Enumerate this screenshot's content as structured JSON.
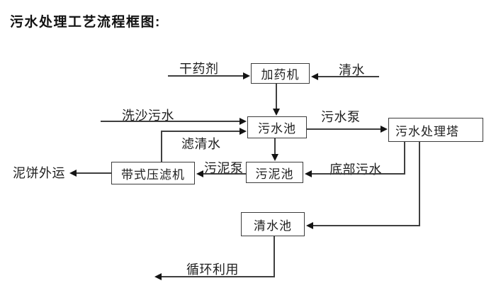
{
  "page": {
    "title": "污水处理工艺流程框图:"
  },
  "diagram": {
    "boxes": [
      {
        "id": "dosing-machine",
        "label": "加药机"
      },
      {
        "id": "sewage-pool",
        "label": "污水池"
      },
      {
        "id": "treatment-tower",
        "label": "污水处理塔"
      },
      {
        "id": "sludge-pool",
        "label": "污泥池"
      },
      {
        "id": "belt-filter-press",
        "label": "带式压滤机"
      },
      {
        "id": "clear-water-pool",
        "label": "清水池"
      }
    ],
    "flow_labels": [
      {
        "id": "dry-chemical",
        "label": "干药剂"
      },
      {
        "id": "clean-water-in",
        "label": "清水"
      },
      {
        "id": "sand-washing-sewage",
        "label": "洗沙污水"
      },
      {
        "id": "sewage-pump",
        "label": "污水泵"
      },
      {
        "id": "filtered-water",
        "label": "滤清水"
      },
      {
        "id": "sludge-pump",
        "label": "污泥泵"
      },
      {
        "id": "mud-cake-out",
        "label": "泥饼外运"
      },
      {
        "id": "bottom-sewage",
        "label": "底部污水"
      },
      {
        "id": "recycle-use",
        "label": "循环利用"
      }
    ],
    "connections": [
      {
        "from": "干药剂",
        "to": "加药机"
      },
      {
        "from": "清水",
        "to": "加药机"
      },
      {
        "from": "加药机",
        "to": "污水池"
      },
      {
        "from": "洗沙污水",
        "to": "污水池"
      },
      {
        "from": "带式压滤机",
        "to": "污水池",
        "via": "滤清水"
      },
      {
        "from": "污水池",
        "to": "污水处理塔",
        "via": "污水泵"
      },
      {
        "from": "污水池",
        "to": "污泥池"
      },
      {
        "from": "污水处理塔",
        "to": "污泥池",
        "via": "底部污水"
      },
      {
        "from": "污泥池",
        "to": "带式压滤机",
        "via": "污泥泵"
      },
      {
        "from": "带式压滤机",
        "to": "泥饼外运"
      },
      {
        "from": "污水处理塔",
        "to": "清水池"
      },
      {
        "from": "清水池",
        "to": "循环利用"
      }
    ],
    "colors": {
      "line": "#3f3f3f",
      "arrowhead": "#141414",
      "text": "#1f1f1f",
      "background": "#ffffff"
    }
  }
}
